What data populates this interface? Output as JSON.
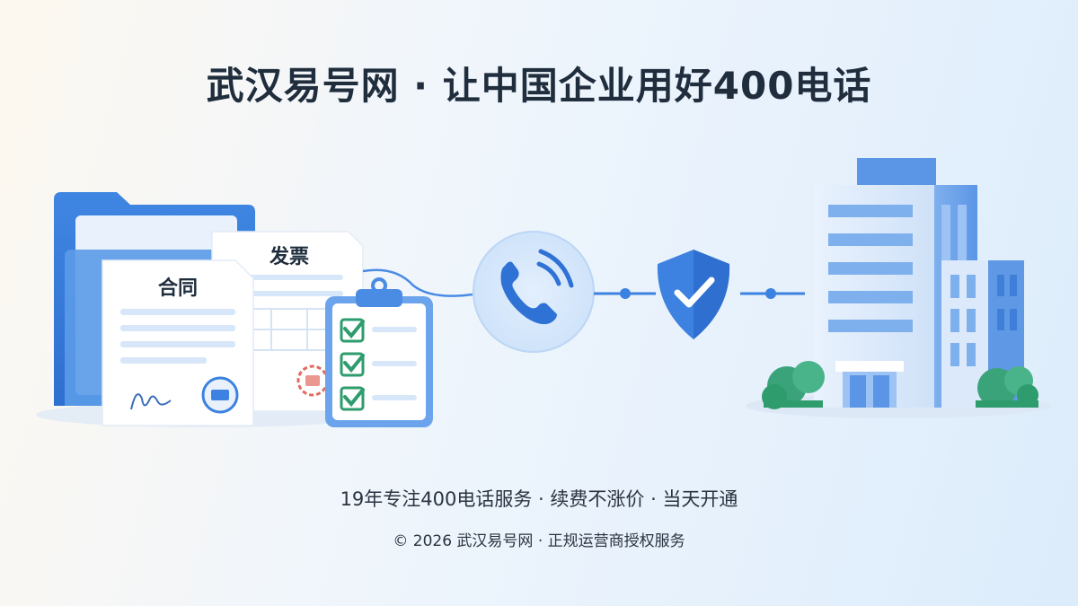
{
  "title": "武汉易号网 · 让中国企业用好400电话",
  "illustration": {
    "contract_label": "合同",
    "invoice_label": "发票",
    "icons": [
      "folder-icon",
      "contract-icon",
      "invoice-icon",
      "checklist-icon",
      "phone-icon",
      "shield-check-icon",
      "office-building-icon"
    ],
    "colors": {
      "primary_blue": "#3d82e0",
      "light_blue": "#cfe2f8",
      "check_green": "#2e9c6d",
      "stamp_red": "#e06b5f"
    }
  },
  "tagline": "19年专注400电话服务 · 续费不涨价 · 当天开通",
  "footer": "© 2026 武汉易号网 · 正规运营商授权服务"
}
